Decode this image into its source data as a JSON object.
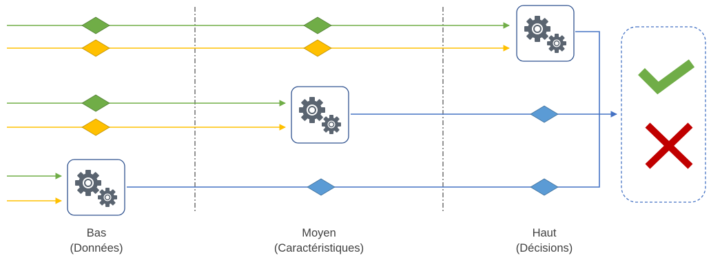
{
  "levels": [
    {
      "id": "bas",
      "name": "Bas",
      "subtitle": "(Données)"
    },
    {
      "id": "moyen",
      "name": "Moyen",
      "subtitle": "(Caractéristiques)"
    },
    {
      "id": "haut",
      "name": "Haut",
      "subtitle": "(Décisions)"
    }
  ],
  "process_icon": "gears-icon",
  "outcomes": {
    "accept_icon": "checkmark-icon",
    "reject_icon": "cross-icon"
  },
  "colors": {
    "green": "#70ad47",
    "yellow": "#ffc000",
    "blue": "#4472c4",
    "diamond_blue": "#5b9bd5",
    "box_border": "#2f528f",
    "gear": "#5a6470",
    "check": "#70ad47",
    "cross": "#c00000",
    "separator": "#595959"
  }
}
